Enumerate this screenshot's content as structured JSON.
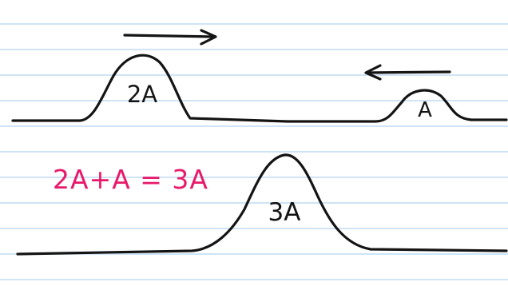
{
  "waves": {
    "top_left_label": "2A",
    "top_right_label": "A",
    "bottom_label": "3A"
  },
  "equation": {
    "text": "2A+A = 3A",
    "color": "#e8196b"
  },
  "colors": {
    "ink": "#141414",
    "paper_lines": "#cfe4f4"
  },
  "icons": [
    "arrow-right-icon",
    "arrow-left-icon"
  ]
}
